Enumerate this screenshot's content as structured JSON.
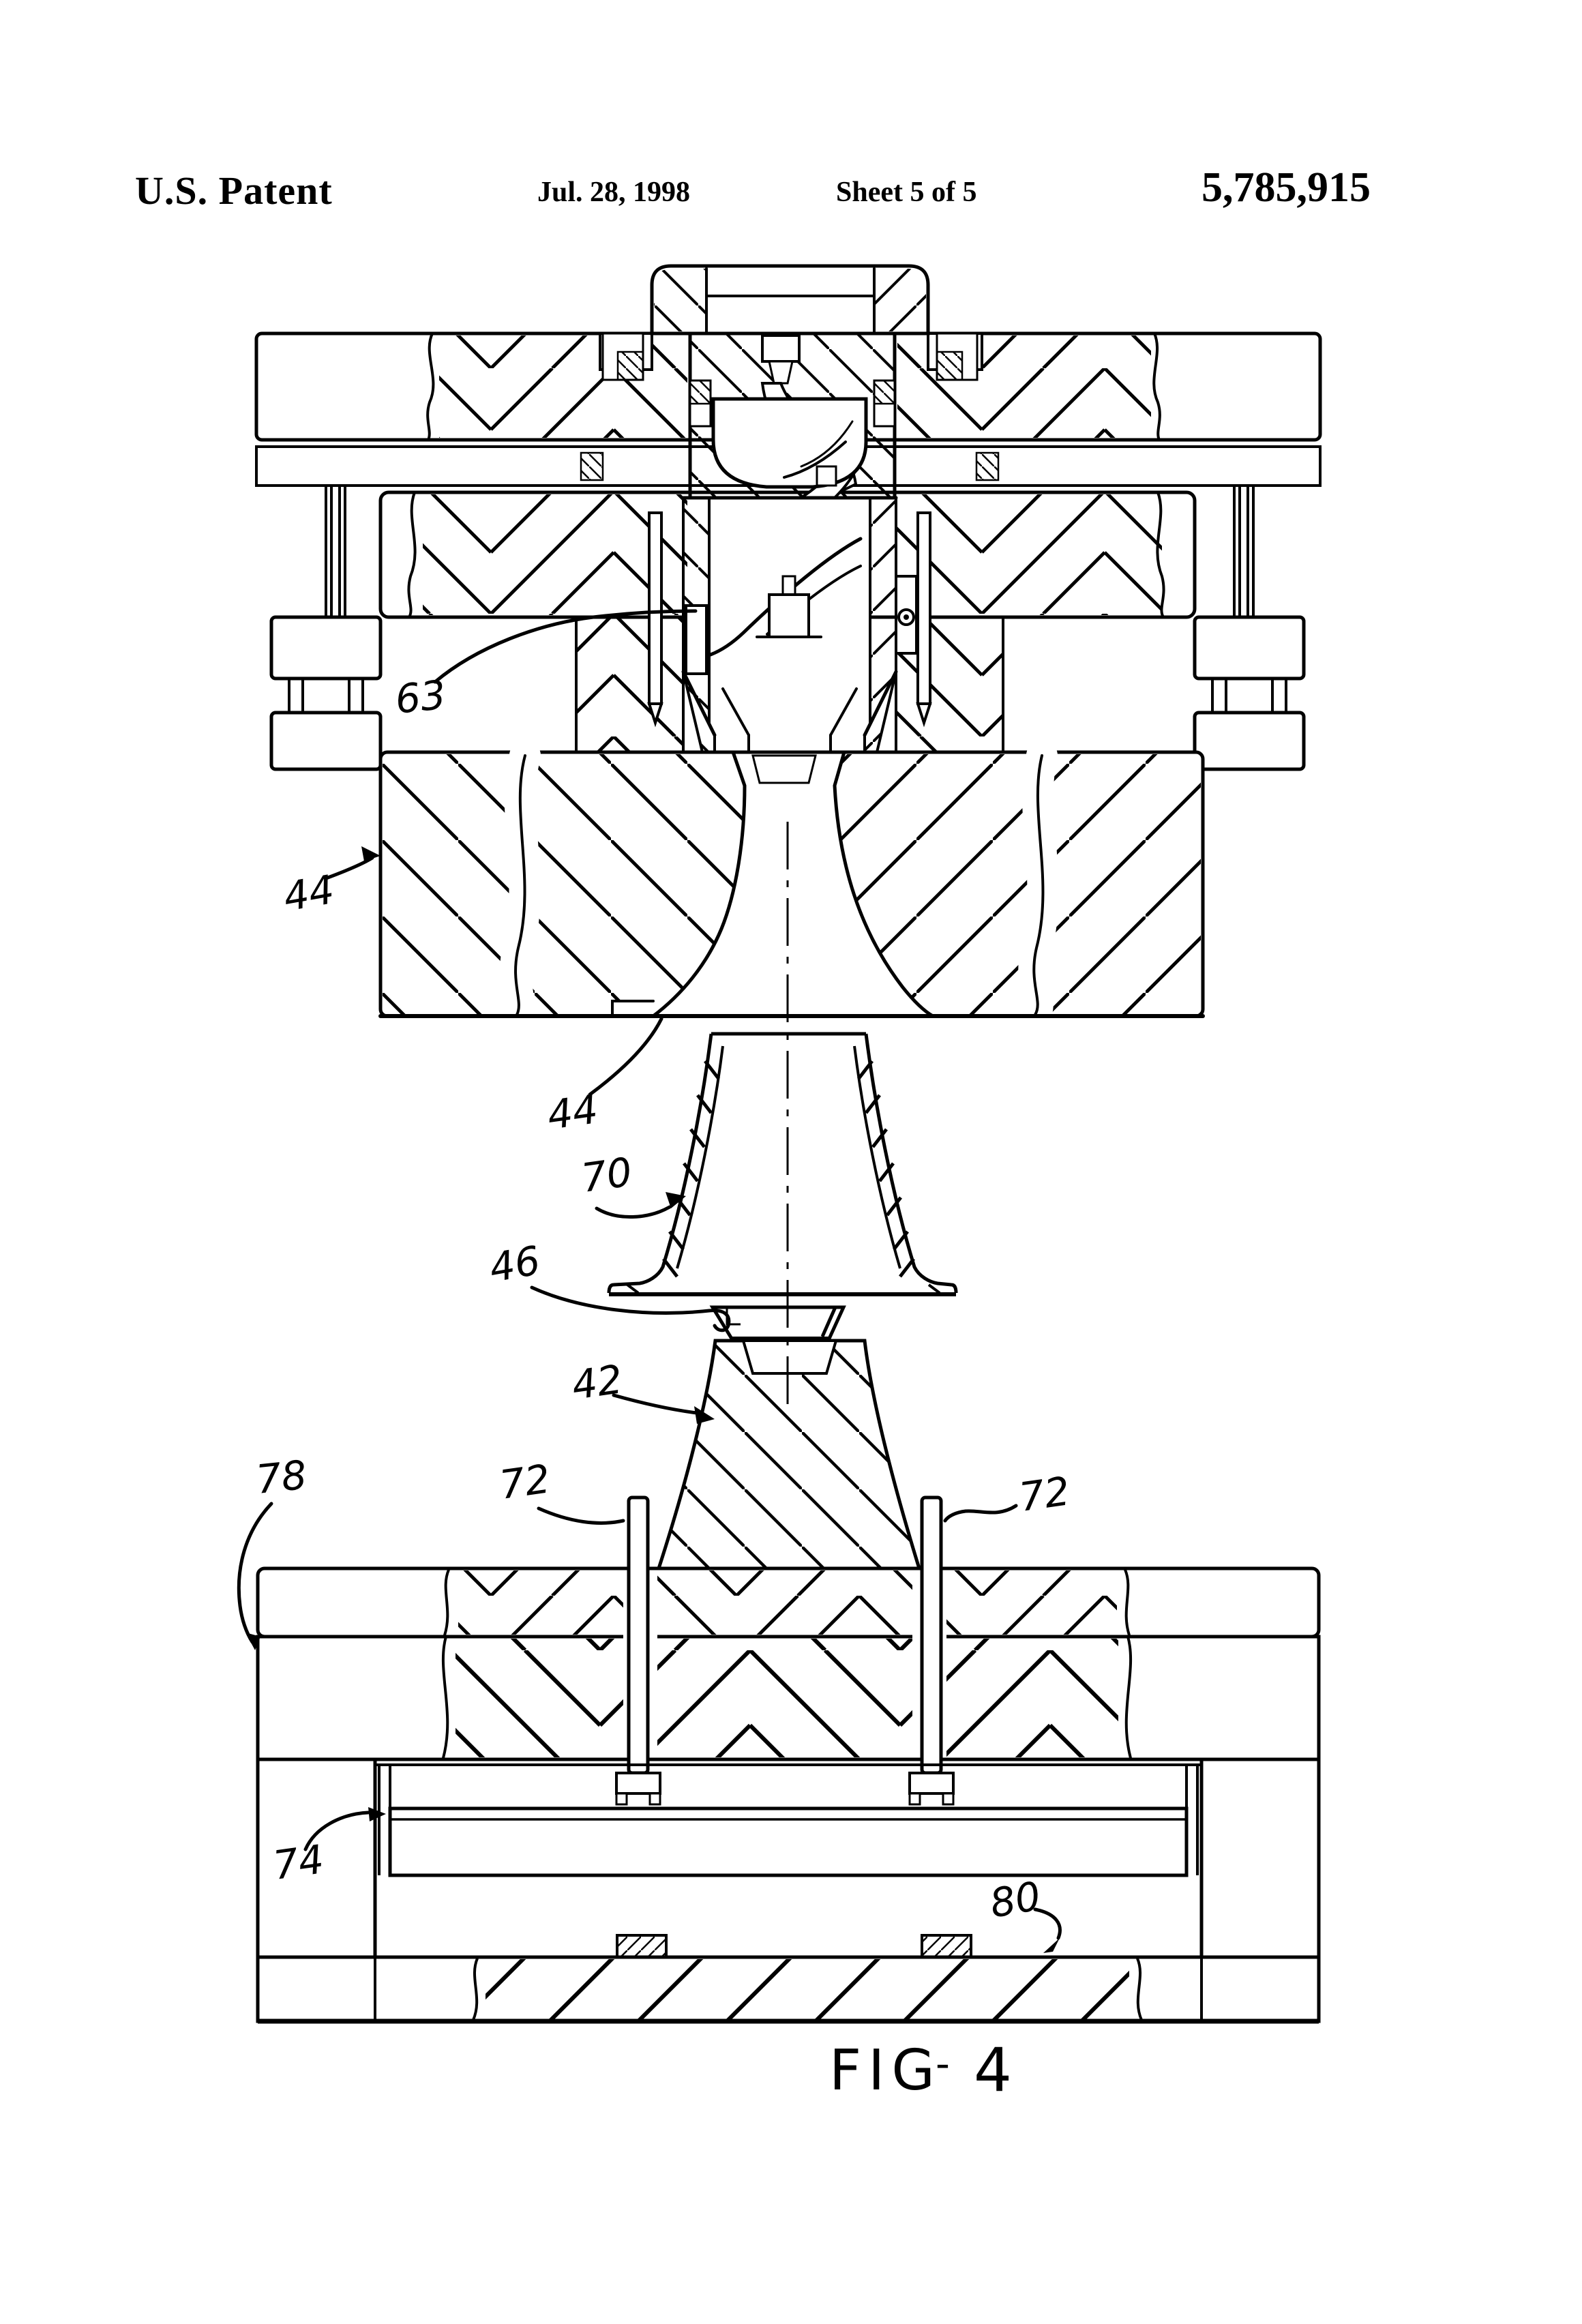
{
  "header": {
    "title": "U.S. Patent",
    "date": "Jul. 28, 1998",
    "sheet": "Sheet 5 of 5",
    "patent_number": "5,785,915"
  },
  "figure": {
    "caption": {
      "fig": "FIG",
      "dash": "-",
      "number": "4"
    },
    "reference_labels": [
      {
        "ref": "63"
      },
      {
        "ref": "44"
      },
      {
        "ref": "44"
      },
      {
        "ref": "70"
      },
      {
        "ref": "46"
      },
      {
        "ref": "42"
      },
      {
        "ref": "78"
      },
      {
        "ref": "72"
      },
      {
        "ref": "72"
      },
      {
        "ref": "74"
      },
      {
        "ref": "80"
      }
    ]
  },
  "colors": {
    "ink": "#000000",
    "paper": "#ffffff"
  }
}
